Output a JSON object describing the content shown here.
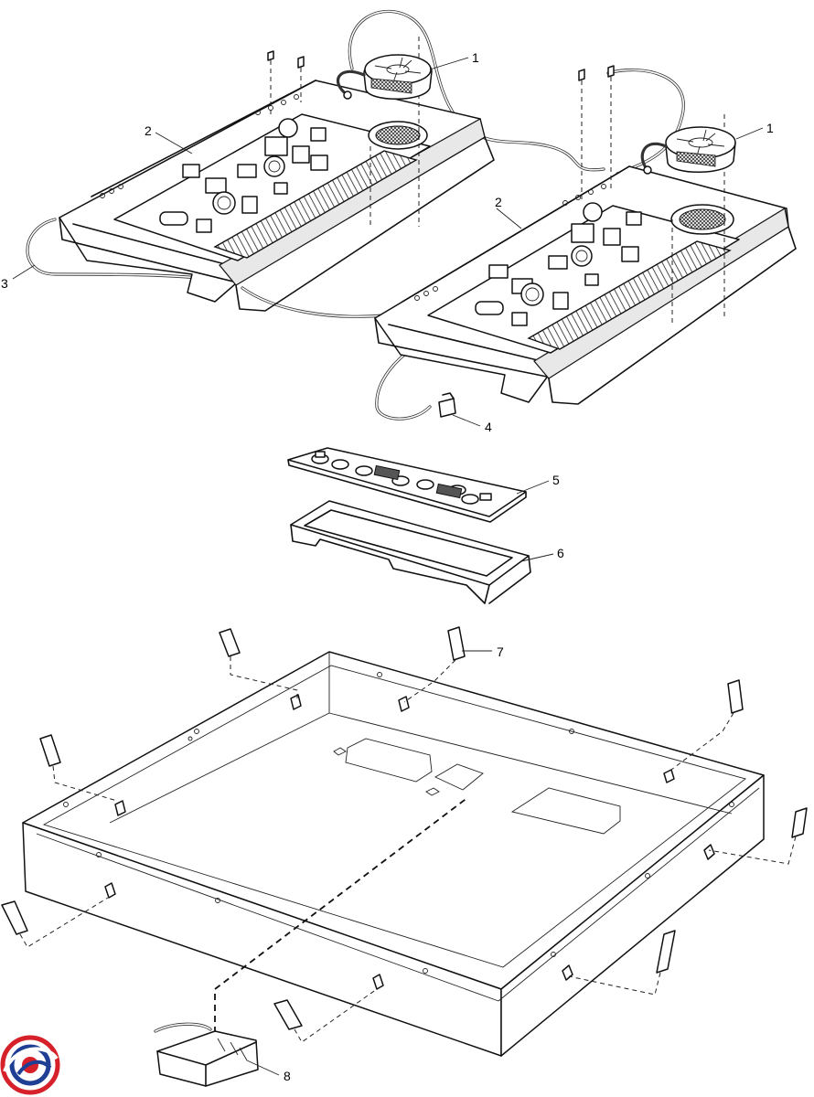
{
  "callouts": [
    {
      "id": "1a",
      "label": "1"
    },
    {
      "id": "1b",
      "label": "1"
    },
    {
      "id": "2a",
      "label": "2"
    },
    {
      "id": "2b",
      "label": "2"
    },
    {
      "id": "3",
      "label": "3"
    },
    {
      "id": "4",
      "label": "4"
    },
    {
      "id": "5",
      "label": "5"
    },
    {
      "id": "6",
      "label": "6"
    },
    {
      "id": "7",
      "label": "7"
    },
    {
      "id": "8",
      "label": "8"
    }
  ],
  "colors": {
    "line": "#111111",
    "logo_red": "#d6202a",
    "logo_blue": "#1f3f95"
  },
  "icons": [
    "fan-icon",
    "logo-icon"
  ]
}
